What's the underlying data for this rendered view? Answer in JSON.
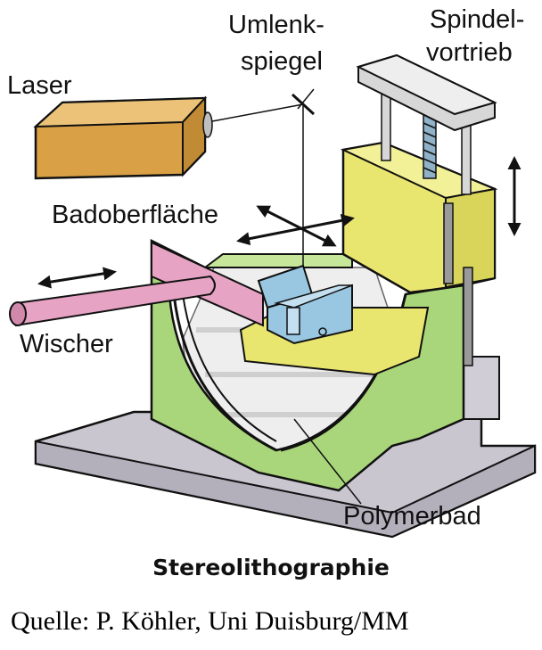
{
  "labels": {
    "laser": "Laser",
    "umlenkspiegel_1": "Umlenk-",
    "umlenkspiegel_2": "spiegel",
    "spindelvortrieb_1": "Spindel-",
    "spindelvortrieb_2": "vortrieb",
    "badoberflaeche": "Badoberfläche",
    "wischer": "Wischer",
    "polymerbad": "Polymerbad"
  },
  "caption": "Stereolithographie",
  "source": "Quelle: P. Köhler, Uni Duisburg/MM",
  "colors": {
    "laser_body": "#d9a045",
    "frame_green": "#a9d67a",
    "spindle_yellow": "#e9e670",
    "wiper_pink": "#e7a3c3",
    "part_blue": "#99c7e2",
    "base_gray": "#c9c6d0",
    "resin_white": "#eeeeee"
  }
}
